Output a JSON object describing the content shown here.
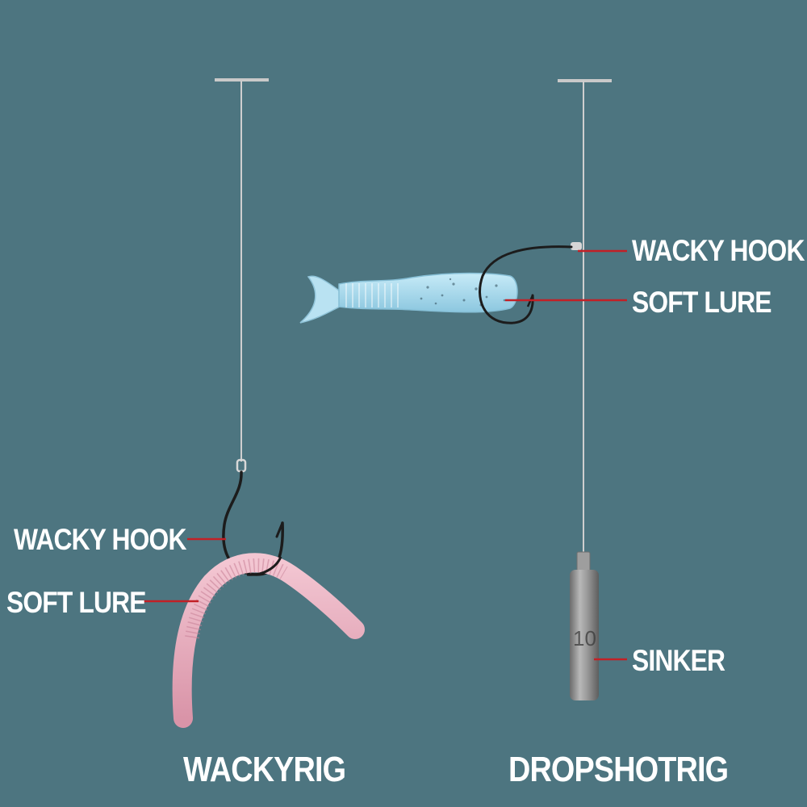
{
  "colors": {
    "background": "#4d7580",
    "leader_line": "#c22026",
    "text": "#ffffff",
    "worm": "#e8aebe",
    "swimbait": "#a8d8ec",
    "sinker": "#8f8f8f"
  },
  "wacky_rig": {
    "title": "WACKYRIG",
    "hook_label": "WACKY HOOK",
    "lure_label": "SOFT LURE"
  },
  "dropshot_rig": {
    "title": "DROPSHOTRIG",
    "hook_label": "WACKY HOOK",
    "lure_label": "SOFT LURE",
    "sinker_label": "SINKER",
    "sinker_number": "10"
  },
  "icons": [
    "hook-icon",
    "worm-lure-icon",
    "paddle-tail-lure-icon",
    "sinker-weight-icon"
  ]
}
